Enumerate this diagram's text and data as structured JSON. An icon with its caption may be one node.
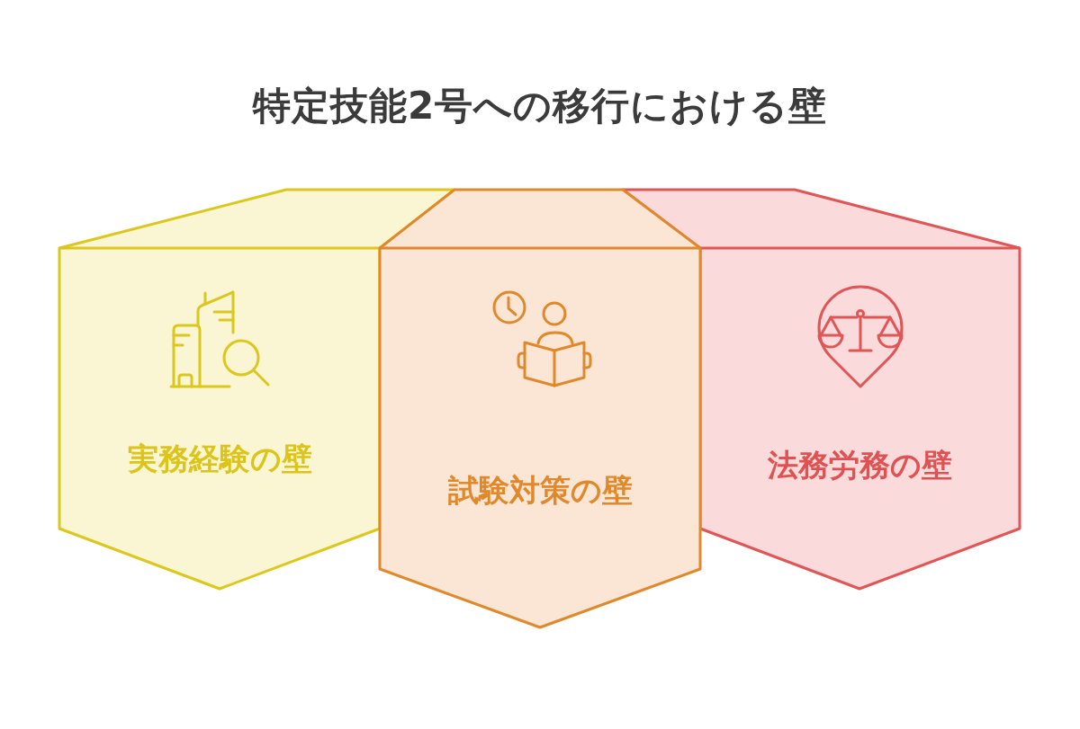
{
  "diagram": {
    "title": "特定技能2号への移行における壁",
    "nodes": [
      {
        "text": [
          "実務経験の壁"
        ]
      },
      {
        "text": [
          "試験対策の壁"
        ]
      },
      {
        "text": [
          "法務労務の壁"
        ]
      }
    ]
  }
}
